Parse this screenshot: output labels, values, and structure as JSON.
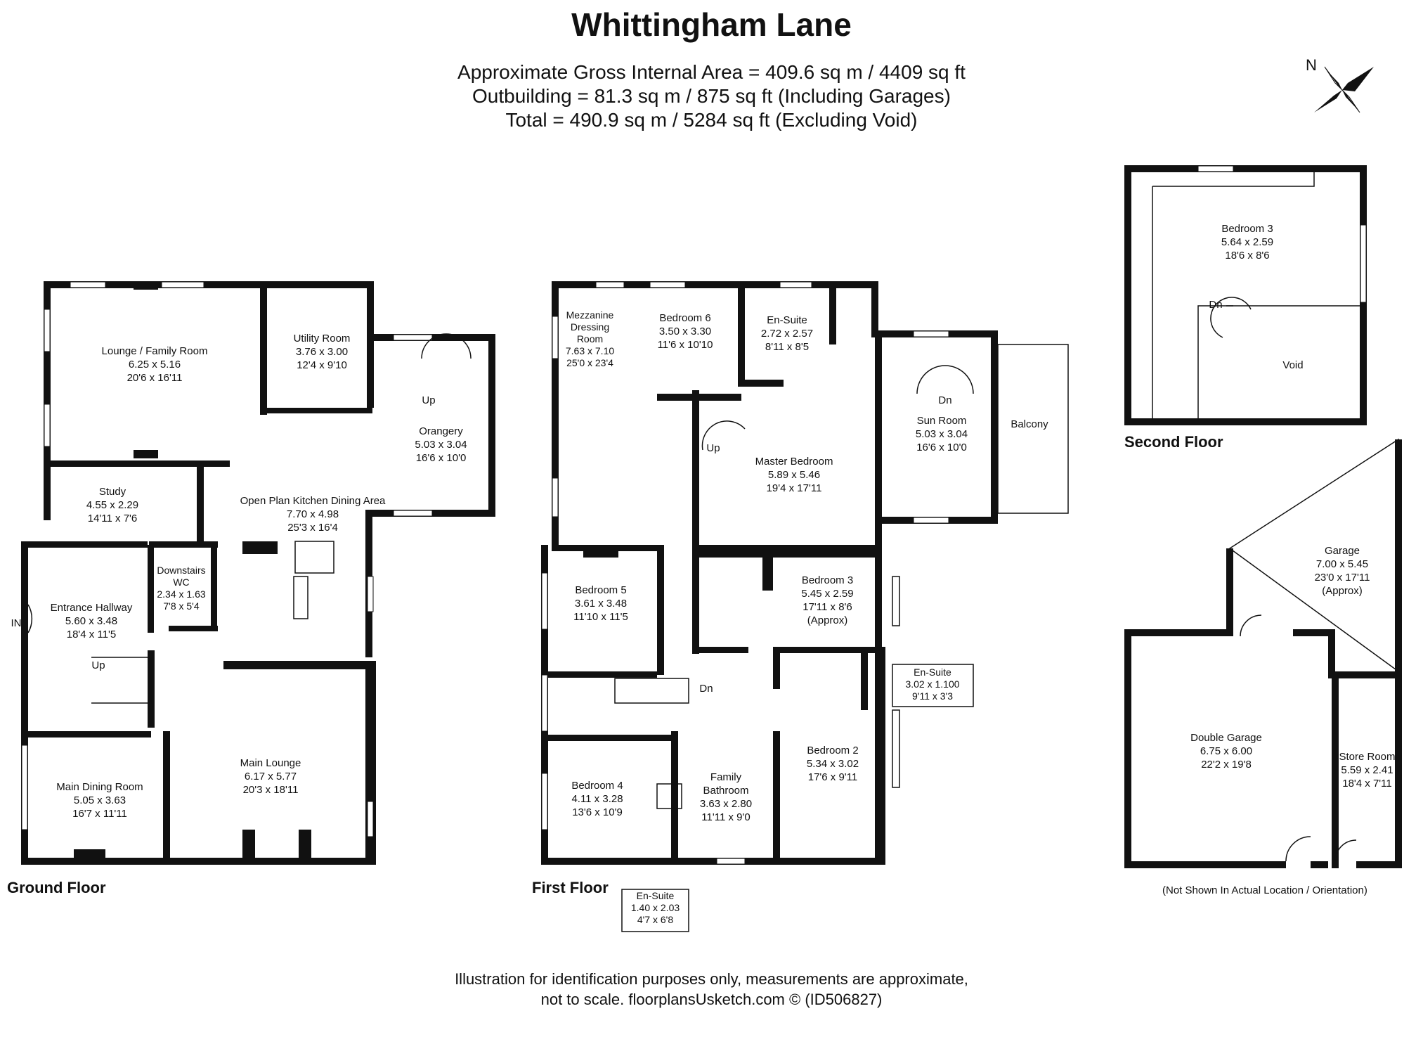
{
  "title": "Whittingham Lane",
  "areas": [
    "Approximate Gross Internal Area = 409.6 sq m / 4409 sq ft",
    "Outbuilding = 81.3 sq m / 875 sq ft (Including Garages)",
    "Total = 490.9 sq m / 5284 sq ft (Excluding Void)"
  ],
  "north_label": "N",
  "floors": {
    "ground": "Ground Floor",
    "first": "First Floor",
    "second": "Second Floor"
  },
  "rooms": {
    "lounge_family": [
      "Lounge / Family Room",
      "6.25 x 5.16",
      "20'6 x 16'11"
    ],
    "utility": [
      "Utility Room",
      "3.76 x 3.00",
      "12'4 x 9'10"
    ],
    "orangery": [
      "Orangery",
      "5.03 x 3.04",
      "16'6 x 10'0"
    ],
    "study": [
      "Study",
      "4.55 x 2.29",
      "14'11 x 7'6"
    ],
    "kitchen": [
      "Open Plan Kitchen Dining Area",
      "7.70 x 4.98",
      "25'3 x 16'4"
    ],
    "downstairs_wc": [
      "Downstairs",
      "WC",
      "2.34 x 1.63",
      "7'8 x 5'4"
    ],
    "entrance": [
      "Entrance Hallway",
      "5.60 x 3.48",
      "18'4 x 11'5"
    ],
    "main_dining": [
      "Main Dining Room",
      "5.05 x 3.63",
      "16'7 x 11'11"
    ],
    "main_lounge": [
      "Main Lounge",
      "6.17 x 5.77",
      "20'3 x 18'11"
    ],
    "mezzanine": [
      "Mezzanine",
      "Dressing",
      "Room",
      "7.63 x 7.10",
      "25'0 x 23'4"
    ],
    "bedroom6": [
      "Bedroom 6",
      "3.50 x 3.30",
      "11'6 x 10'10"
    ],
    "ensuite_a": [
      "En-Suite",
      "2.72 x 2.57",
      "8'11 x 8'5"
    ],
    "sun_room": [
      "Sun Room",
      "5.03 x 3.04",
      "16'6 x 10'0"
    ],
    "master": [
      "Master Bedroom",
      "5.89 x 5.46",
      "19'4 x 17'11"
    ],
    "bedroom5": [
      "Bedroom 5",
      "3.61 x 3.48",
      "11'10 x 11'5"
    ],
    "bedroom3_first": [
      "Bedroom 3",
      "5.45 x 2.59",
      "17'11 x 8'6",
      "(Approx)"
    ],
    "ensuite_b": [
      "En-Suite",
      "3.02 x 1.100",
      "9'11 x 3'3"
    ],
    "bedroom4": [
      "Bedroom 4",
      "4.11 x 3.28",
      "13'6 x 10'9"
    ],
    "family_bath": [
      "Family",
      "Bathroom",
      "3.63 x 2.80",
      "11'11 x 9'0"
    ],
    "bedroom2": [
      "Bedroom 2",
      "5.34 x 3.02",
      "17'6 x 9'11"
    ],
    "ensuite_c": [
      "En-Suite",
      "1.40 x 2.03",
      "4'7 x 6'8"
    ],
    "bedroom3_second": [
      "Bedroom 3",
      "5.64 x 2.59",
      "18'6 x 8'6"
    ],
    "garage": [
      "Garage",
      "7.00 x 5.45",
      "23'0 x 17'11",
      "(Approx)"
    ],
    "double_garage": [
      "Double Garage",
      "6.75 x 6.00",
      "22'2 x 19'8"
    ],
    "store": [
      "Store Room",
      "5.59 x 2.41",
      "18'4 x 7'11"
    ]
  },
  "labels": {
    "balcony": "Balcony",
    "void": "Void",
    "in": "IN",
    "up": "Up",
    "dn": "Dn"
  },
  "orientation_note": "(Not Shown In Actual Location / Orientation)",
  "disclaimer": [
    "Illustration for identification purposes only, measurements are approximate,",
    "not to scale. floorplansUsketch.com © (ID506827)"
  ]
}
